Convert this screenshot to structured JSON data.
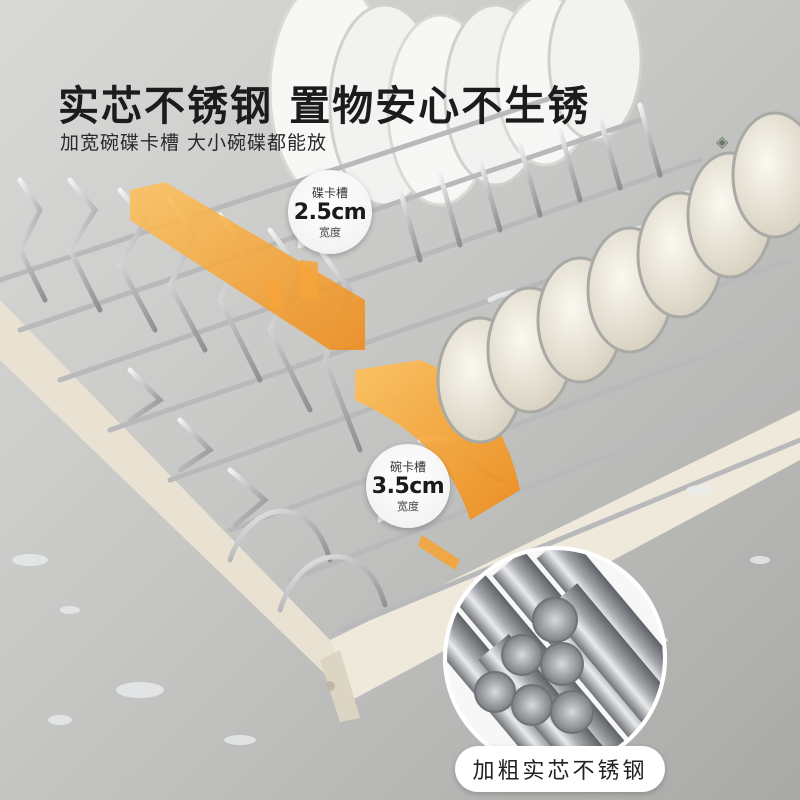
{
  "headline": "实芯不锈钢 置物安心不生锈",
  "subline": "加宽碗碟卡槽 大小碗碟都能放",
  "badges": {
    "plate_slot": {
      "label": "碟卡槽",
      "value": "2.5cm",
      "unit": "宽度"
    },
    "bowl_slot": {
      "label": "碗卡槽",
      "value": "3.5cm",
      "unit": "宽度"
    }
  },
  "material_callout": "加粗实芯不锈钢",
  "colors": {
    "steel": "#c9cacc",
    "divider_orange": "#f39b22",
    "frame_cream": "#ece6d8",
    "countertop": "#c4c4c2"
  }
}
